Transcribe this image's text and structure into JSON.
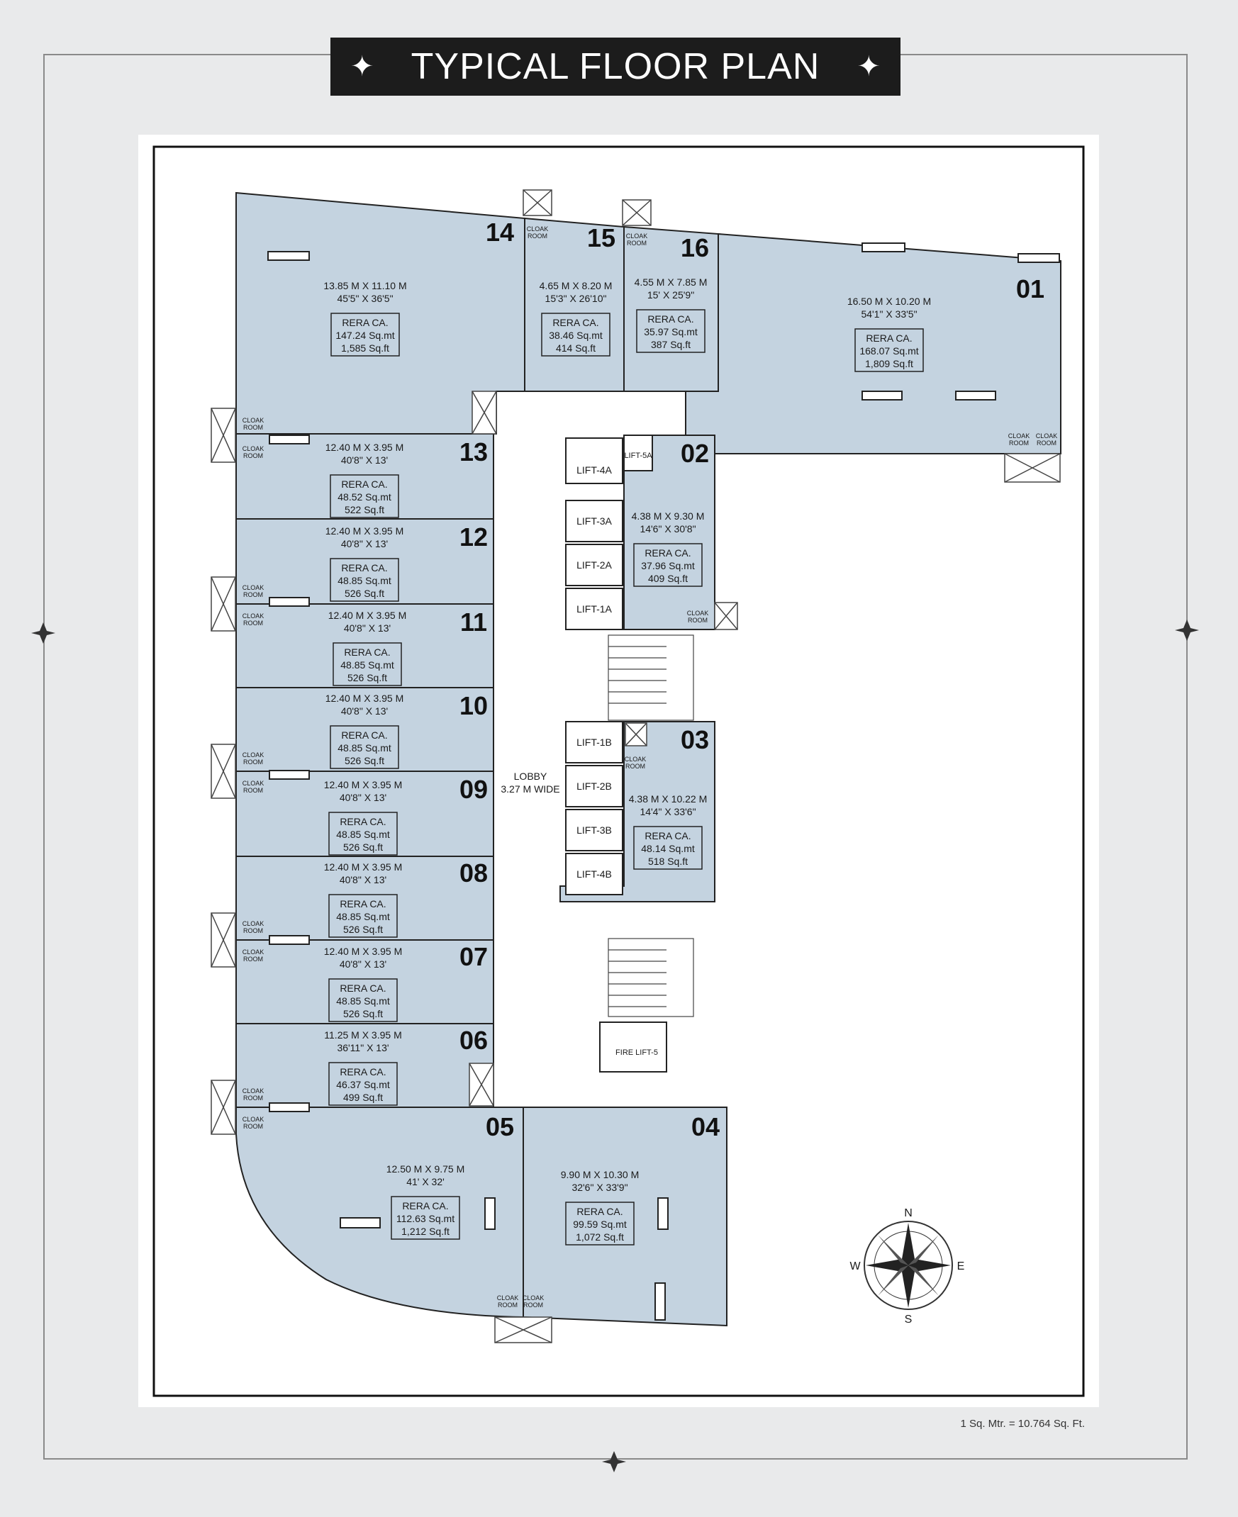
{
  "title": "TYPICAL FLOOR PLAN",
  "title_ornament": "✦",
  "scale_note": "1 Sq. Mtr. = 10.764 Sq. Ft.",
  "colors": {
    "unit_fill": "#c4d3e0",
    "wall": "#222222",
    "background": "#e9eaeb",
    "title_bg": "#1c1c1c"
  },
  "rera_label": "RERA CA.",
  "cloak_room_label": [
    "CLOAK",
    "ROOM"
  ],
  "lobby": {
    "line1": "LOBBY",
    "line2": "3.27 M WIDE"
  },
  "lifts": [
    "LIFT-4A",
    "LIFT-3A",
    "LIFT-2A",
    "LIFT-1A",
    "LIFT-5A",
    "LIFT-1B",
    "LIFT-2B",
    "LIFT-3B",
    "LIFT-4B",
    "FIRE LIFT-5"
  ],
  "compass": {
    "n": "N",
    "e": "E",
    "s": "S",
    "w": "W"
  },
  "units": [
    {
      "id": "14",
      "dim_m": "13.85 M X 11.10 M",
      "dim_ft": "45'5\" X 36'5\"",
      "sqmt": "147.24 Sq.mt",
      "sqft": "1,585 Sq.ft"
    },
    {
      "id": "15",
      "dim_m": "4.65 M X 8.20 M",
      "dim_ft": "15'3\" X 26'10\"",
      "sqmt": "38.46 Sq.mt",
      "sqft": "414 Sq.ft"
    },
    {
      "id": "16",
      "dim_m": "4.55 M X 7.85 M",
      "dim_ft": "15' X 25'9\"",
      "sqmt": "35.97 Sq.mt",
      "sqft": "387 Sq.ft"
    },
    {
      "id": "01",
      "dim_m": "16.50 M X 10.20 M",
      "dim_ft": "54'1\" X 33'5\"",
      "sqmt": "168.07 Sq.mt",
      "sqft": "1,809 Sq.ft"
    },
    {
      "id": "13",
      "dim_m": "12.40 M X 3.95 M",
      "dim_ft": "40'8\" X 13'",
      "sqmt": "48.52 Sq.mt",
      "sqft": "522 Sq.ft"
    },
    {
      "id": "12",
      "dim_m": "12.40 M X 3.95 M",
      "dim_ft": "40'8\" X 13'",
      "sqmt": "48.85 Sq.mt",
      "sqft": "526 Sq.ft"
    },
    {
      "id": "11",
      "dim_m": "12.40 M X 3.95 M",
      "dim_ft": "40'8\" X 13'",
      "sqmt": "48.85 Sq.mt",
      "sqft": "526 Sq.ft"
    },
    {
      "id": "10",
      "dim_m": "12.40 M X 3.95 M",
      "dim_ft": "40'8\" X 13'",
      "sqmt": "48.85 Sq.mt",
      "sqft": "526 Sq.ft"
    },
    {
      "id": "09",
      "dim_m": "12.40 M X 3.95 M",
      "dim_ft": "40'8\" X 13'",
      "sqmt": "48.85 Sq.mt",
      "sqft": "526 Sq.ft"
    },
    {
      "id": "08",
      "dim_m": "12.40 M X 3.95 M",
      "dim_ft": "40'8\" X 13'",
      "sqmt": "48.85 Sq.mt",
      "sqft": "526 Sq.ft"
    },
    {
      "id": "07",
      "dim_m": "12.40 M X 3.95 M",
      "dim_ft": "40'8\" X 13'",
      "sqmt": "48.85 Sq.mt",
      "sqft": "526 Sq.ft"
    },
    {
      "id": "06",
      "dim_m": "11.25 M X 3.95 M",
      "dim_ft": "36'11\" X 13'",
      "sqmt": "46.37 Sq.mt",
      "sqft": "499 Sq.ft"
    },
    {
      "id": "02",
      "dim_m": "4.38 M X 9.30 M",
      "dim_ft": "14'6\" X 30'8\"",
      "sqmt": "37.96 Sq.mt",
      "sqft": "409 Sq.ft"
    },
    {
      "id": "03",
      "dim_m": "4.38 M X 10.22 M",
      "dim_ft": "14'4\" X 33'6\"",
      "sqmt": "48.14 Sq.mt",
      "sqft": "518 Sq.ft"
    },
    {
      "id": "05",
      "dim_m": "12.50 M X 9.75 M",
      "dim_ft": "41' X 32'",
      "sqmt": "112.63 Sq.mt",
      "sqft": "1,212 Sq.ft"
    },
    {
      "id": "04",
      "dim_m": "9.90 M X 10.30 M",
      "dim_ft": "32'6\" X 33'9\"",
      "sqmt": "99.59 Sq.mt",
      "sqft": "1,072 Sq.ft"
    }
  ]
}
